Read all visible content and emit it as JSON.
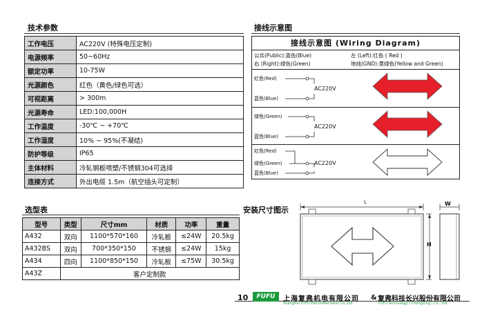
{
  "sections": {
    "tech": "技术参数",
    "wiring": "接线示意图",
    "models": "选型表",
    "install": "安装尺寸图示"
  },
  "specs": [
    {
      "k": "工作电压",
      "v": "AC220V (特殊电压定制)"
    },
    {
      "k": "电源频率",
      "v": "50~60Hz"
    },
    {
      "k": "额定功率",
      "v": "10-75W"
    },
    {
      "k": "光源颜色",
      "v": "红色（黄色/绿色可选）"
    },
    {
      "k": "可视距离",
      "v": "> 300m"
    },
    {
      "k": "光源寿命",
      "v": "LED:100,000H"
    },
    {
      "k": "工作温度",
      "v": "-30℃ ~ +70℃"
    },
    {
      "k": "工作湿度",
      "v": "10% ~ 95%(不凝结)"
    },
    {
      "k": "防护等级",
      "v": "IP65"
    },
    {
      "k": "主体材料",
      "v": "冷轧钢板喷塑/不锈钢304可选择"
    },
    {
      "k": "连接方式",
      "v": "外出电缆 1.5m（航空插头可定制）"
    }
  ],
  "models": {
    "headers": [
      "型号",
      "类型",
      "尺寸mm",
      "材质",
      "功率",
      "重量"
    ],
    "rows": [
      [
        "A432",
        "双向",
        "1100*570*160",
        "冷轧板",
        "≤24W",
        "20.5kg"
      ],
      [
        "A432BS",
        "双向",
        "700*350*150",
        "不锈钢",
        "≤24W",
        "15kg"
      ],
      [
        "A434",
        "四向",
        "1100*850*150",
        "冷轧板",
        "≤75W",
        "30.5kg"
      ]
    ],
    "custom_model": "A43Z",
    "custom_text": "客户定制款"
  },
  "wiring": {
    "title": "接线示意图 (Wiring Diagram)",
    "legend1a": "公共(Public):蓝色(Blue)",
    "legend1b": "左 (Left):红色 ( Red )",
    "legend2a": "右 (Right):绿色(Green)",
    "legend2b": "地线(GND):黄绿色(Yellow and Green)",
    "red": "红色(Red)",
    "blue": "蓝色(Blue)",
    "green": "绿色(Green)",
    "ac": "AC220V",
    "arrow_color": "#e5202a"
  },
  "install": {
    "L": "L",
    "W": "W",
    "H": "H"
  },
  "footer": {
    "page": "10",
    "logo": "FUFU",
    "company1": "上海复弗机电有限公司",
    "company1_en": "ShangHai FUFU ElectroMechanic Co.,Ltd",
    "amp": "&",
    "company2": "复弗科技长兴股份有限公司",
    "company2_en": "FUFU Technology ( ChangXing ) Co., Ltd."
  }
}
